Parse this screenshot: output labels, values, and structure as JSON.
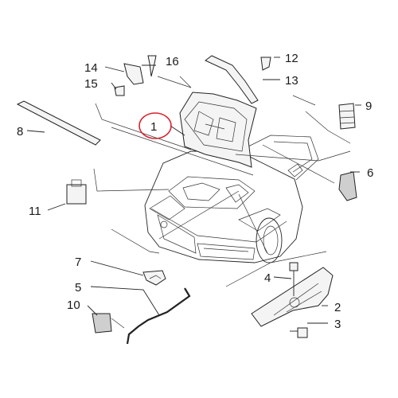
{
  "diagram": {
    "highlight_color": "#d9232e",
    "callouts": [
      {
        "id": "c1",
        "label": "1",
        "highlighted": true
      },
      {
        "id": "c2",
        "label": "2"
      },
      {
        "id": "c3",
        "label": "3"
      },
      {
        "id": "c4",
        "label": "4"
      },
      {
        "id": "c5",
        "label": "5"
      },
      {
        "id": "c6",
        "label": "6"
      },
      {
        "id": "c7",
        "label": "7"
      },
      {
        "id": "c8",
        "label": "8"
      },
      {
        "id": "c9",
        "label": "9"
      },
      {
        "id": "c10",
        "label": "10"
      },
      {
        "id": "c11",
        "label": "11"
      },
      {
        "id": "c12",
        "label": "12"
      },
      {
        "id": "c13",
        "label": "13"
      },
      {
        "id": "c14",
        "label": "14"
      },
      {
        "id": "c15",
        "label": "15"
      },
      {
        "id": "c16",
        "label": "16"
      }
    ]
  }
}
